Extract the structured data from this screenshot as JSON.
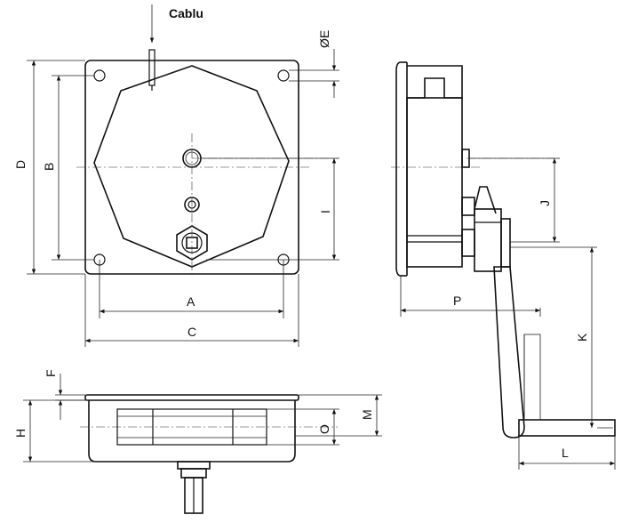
{
  "callout": {
    "cable": "Cablu"
  },
  "dims": {
    "A": "A",
    "B": "B",
    "C": "C",
    "D": "D",
    "E": "ØE",
    "F": "F",
    "H": "H",
    "I": "I",
    "J": "J",
    "K": "K",
    "L": "L",
    "M": "M",
    "O": "O",
    "P": "P"
  }
}
